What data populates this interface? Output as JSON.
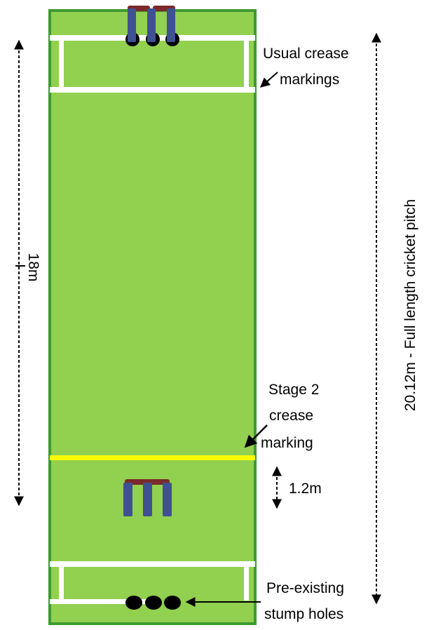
{
  "colors": {
    "pitch_fill": "#92D050",
    "pitch_border": "#3E9A32",
    "crease": "#FFFFFF",
    "stage2_crease": "#FFFF00",
    "stump": "#3F5191",
    "bail": "#7A2A2A",
    "hole": "#000000",
    "arrow": "#000000"
  },
  "labels": {
    "usual_crease_line1": "Usual crease",
    "usual_crease_line2": "markings",
    "full_length": "20.12m - Full length cricket pitch",
    "left_dimension": "18m",
    "stage2_line1": "Stage 2",
    "stage2_line2": "crease",
    "stage2_line3": "marking",
    "gap": "1.2m",
    "holes_line1": "Pre-existing",
    "holes_line2": "stump holes"
  },
  "icons": {
    "top_wicket": "wicket-stumps-icon",
    "stage2_wicket": "wicket-stumps-icon",
    "stump_holes": "stump-holes-icon"
  }
}
